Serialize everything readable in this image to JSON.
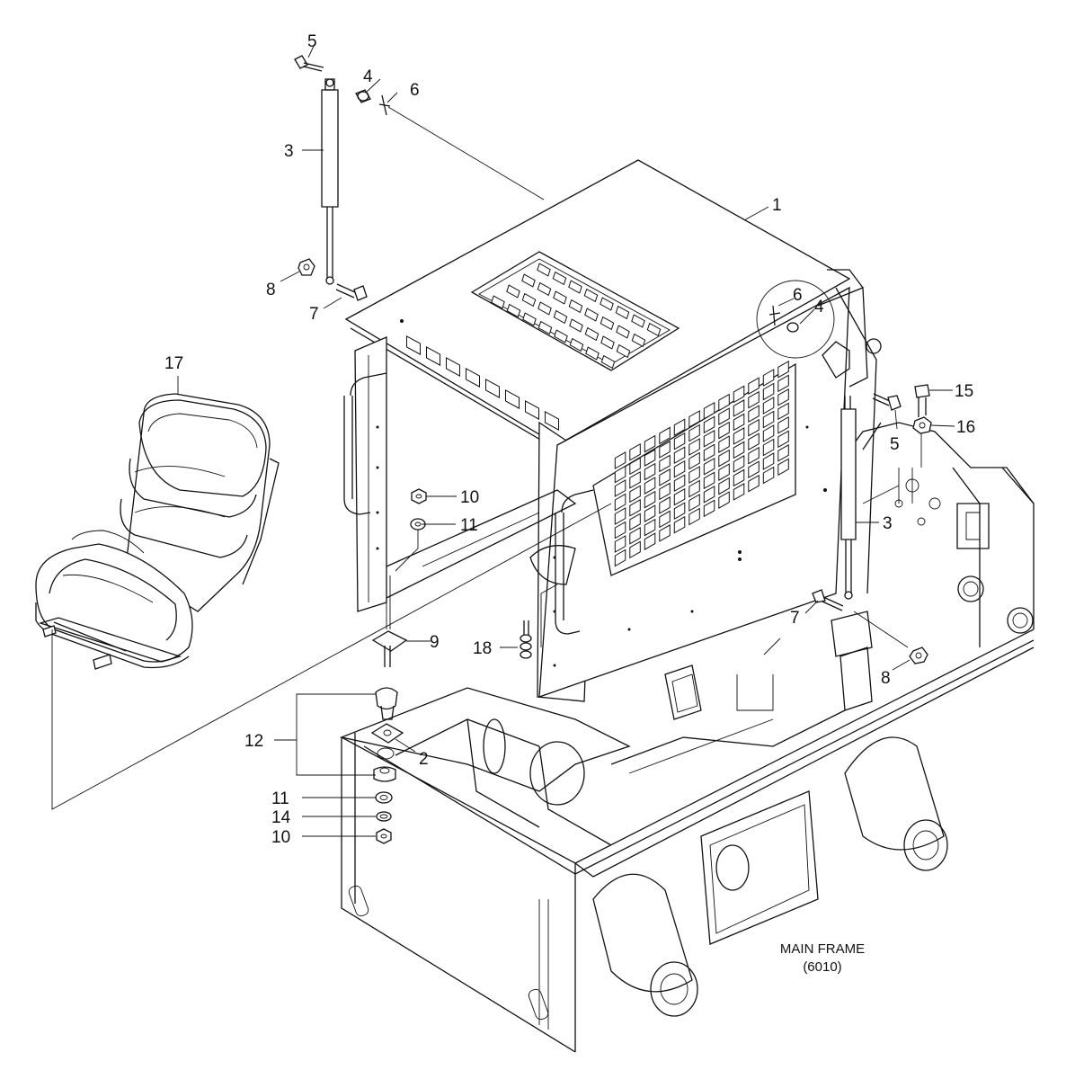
{
  "callouts": {
    "c1": "1",
    "c2": "2",
    "c3a": "3",
    "c3b": "3",
    "c4a": "4",
    "c4b": "4",
    "c5a": "5",
    "c5b": "5",
    "c6a": "6",
    "c6b": "6",
    "c7a": "7",
    "c7b": "7",
    "c8a": "8",
    "c8b": "8",
    "c9": "9",
    "c10a": "10",
    "c10b": "10",
    "c11a": "11",
    "c11b": "11",
    "c12": "12",
    "c14": "14",
    "c15": "15",
    "c16": "16",
    "c17": "17",
    "c18": "18"
  },
  "frame_label": {
    "line1": "MAIN FRAME",
    "line2": "(6010)"
  }
}
